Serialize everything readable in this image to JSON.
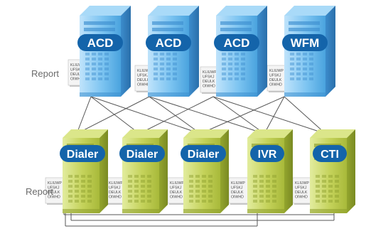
{
  "side_labels": {
    "top": "Report",
    "bottom": "Report"
  },
  "top_servers": [
    {
      "label": "ACD"
    },
    {
      "label": "ACD"
    },
    {
      "label": "ACD"
    },
    {
      "label": "WFM"
    }
  ],
  "bottom_servers": [
    {
      "label": "Dialer"
    },
    {
      "label": "Dialer"
    },
    {
      "label": "Dialer"
    },
    {
      "label": "IVR"
    },
    {
      "label": "CTI"
    }
  ],
  "report_doc_lines": [
    "KLIUWP",
    "UFSKJ",
    "DEULK",
    "OIWHD"
  ],
  "colors": {
    "blue_server": "#5aaee6",
    "green_server": "#b7c94a",
    "label_pill": "#1464aa",
    "network_line": "#555555"
  }
}
